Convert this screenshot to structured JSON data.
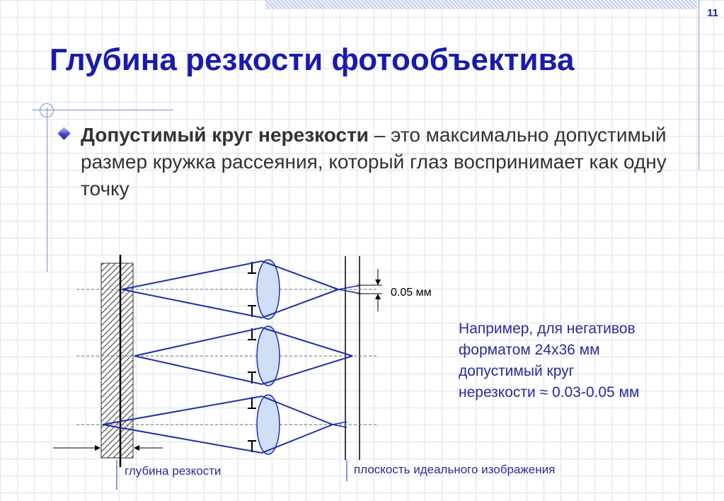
{
  "slide": {
    "number": "11",
    "title": "Глубина резкости фотообъектива"
  },
  "bullet": {
    "term": "Допустимый круг нерезкости",
    "text": " – это максимально допустимый размер кружка рассеяния, который глаз воспринимает как одну точку"
  },
  "diagram": {
    "dimension_label": "0.05 мм",
    "depth_label": "глубина резкости",
    "plane_label": "плоскость идеального изображения"
  },
  "note": {
    "lines": [
      "Например, для негативов",
      "форматом 24x36 мм",
      "допустимый круг",
      "нерезкости ≈ 0.03-0.05 мм"
    ]
  },
  "colors": {
    "title": "#1a1ab0",
    "rays": "#1f2fa8",
    "lens_fill": "#cfe0f6",
    "note_text": "#2a2a9a"
  }
}
